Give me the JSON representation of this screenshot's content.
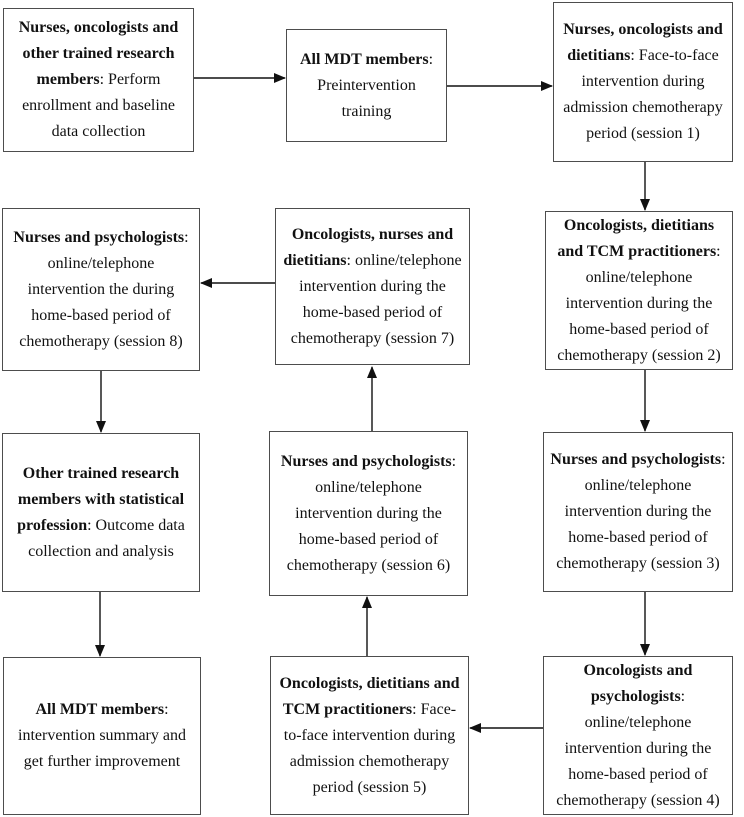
{
  "diagram": {
    "type": "flowchart",
    "colors": {
      "background": "#ffffff",
      "box_border": "#4d4d4d",
      "arrow": "#111111",
      "text": "#111111"
    },
    "boxes": [
      {
        "id": "enrollment",
        "bold": "Nurses, oncologists and other trained research members",
        "rest": ": Perform enrollment and baseline data collection"
      },
      {
        "id": "training",
        "bold": "All MDT members",
        "rest": ": Preintervention training"
      },
      {
        "id": "session-1",
        "bold": "Nurses, oncologists and dietitians",
        "rest": ": Face-to-face intervention during admission chemotherapy period (session 1)"
      },
      {
        "id": "session-8",
        "bold": "Nurses and psychologists",
        "rest": ": online/telephone intervention the during home-based period of chemotherapy (session 8)"
      },
      {
        "id": "session-7",
        "bold": "Oncologists, nurses and dietitians",
        "rest": ": online/telephone intervention during the home-based period of chemotherapy (session 7)"
      },
      {
        "id": "session-2",
        "bold": "Oncologists, dietitians and TCM practitioners",
        "rest": ": online/telephone intervention during the home-based period of chemotherapy (session 2)"
      },
      {
        "id": "outcome",
        "bold": "Other trained research members with statistical profession",
        "rest": ": Outcome data collection and analysis"
      },
      {
        "id": "session-6",
        "bold": "Nurses and psychologists",
        "rest": ": online/telephone intervention during the home-based period of chemotherapy (session 6)"
      },
      {
        "id": "session-3",
        "bold": "Nurses and psychologists",
        "rest": ": online/telephone intervention during the home-based period of chemotherapy (session 3)"
      },
      {
        "id": "summary",
        "bold": "All MDT members",
        "rest": ": intervention summary and get further improvement"
      },
      {
        "id": "session-5",
        "bold": "Oncologists, dietitians and TCM practitioners",
        "rest": ": Face-to-face intervention during admission chemotherapy period (session 5)"
      },
      {
        "id": "session-4",
        "bold": "Oncologists and psychologists",
        "rest": ": online/telephone intervention during the home-based period of chemotherapy (session 4)"
      }
    ],
    "flow_edges": [
      {
        "from": "enrollment",
        "to": "training"
      },
      {
        "from": "training",
        "to": "session-1"
      },
      {
        "from": "session-1",
        "to": "session-2"
      },
      {
        "from": "session-2",
        "to": "session-3"
      },
      {
        "from": "session-3",
        "to": "session-4"
      },
      {
        "from": "session-4",
        "to": "session-5"
      },
      {
        "from": "session-5",
        "to": "session-6"
      },
      {
        "from": "session-6",
        "to": "session-7"
      },
      {
        "from": "session-7",
        "to": "session-8"
      },
      {
        "from": "session-8",
        "to": "outcome"
      },
      {
        "from": "outcome",
        "to": "summary"
      }
    ]
  }
}
